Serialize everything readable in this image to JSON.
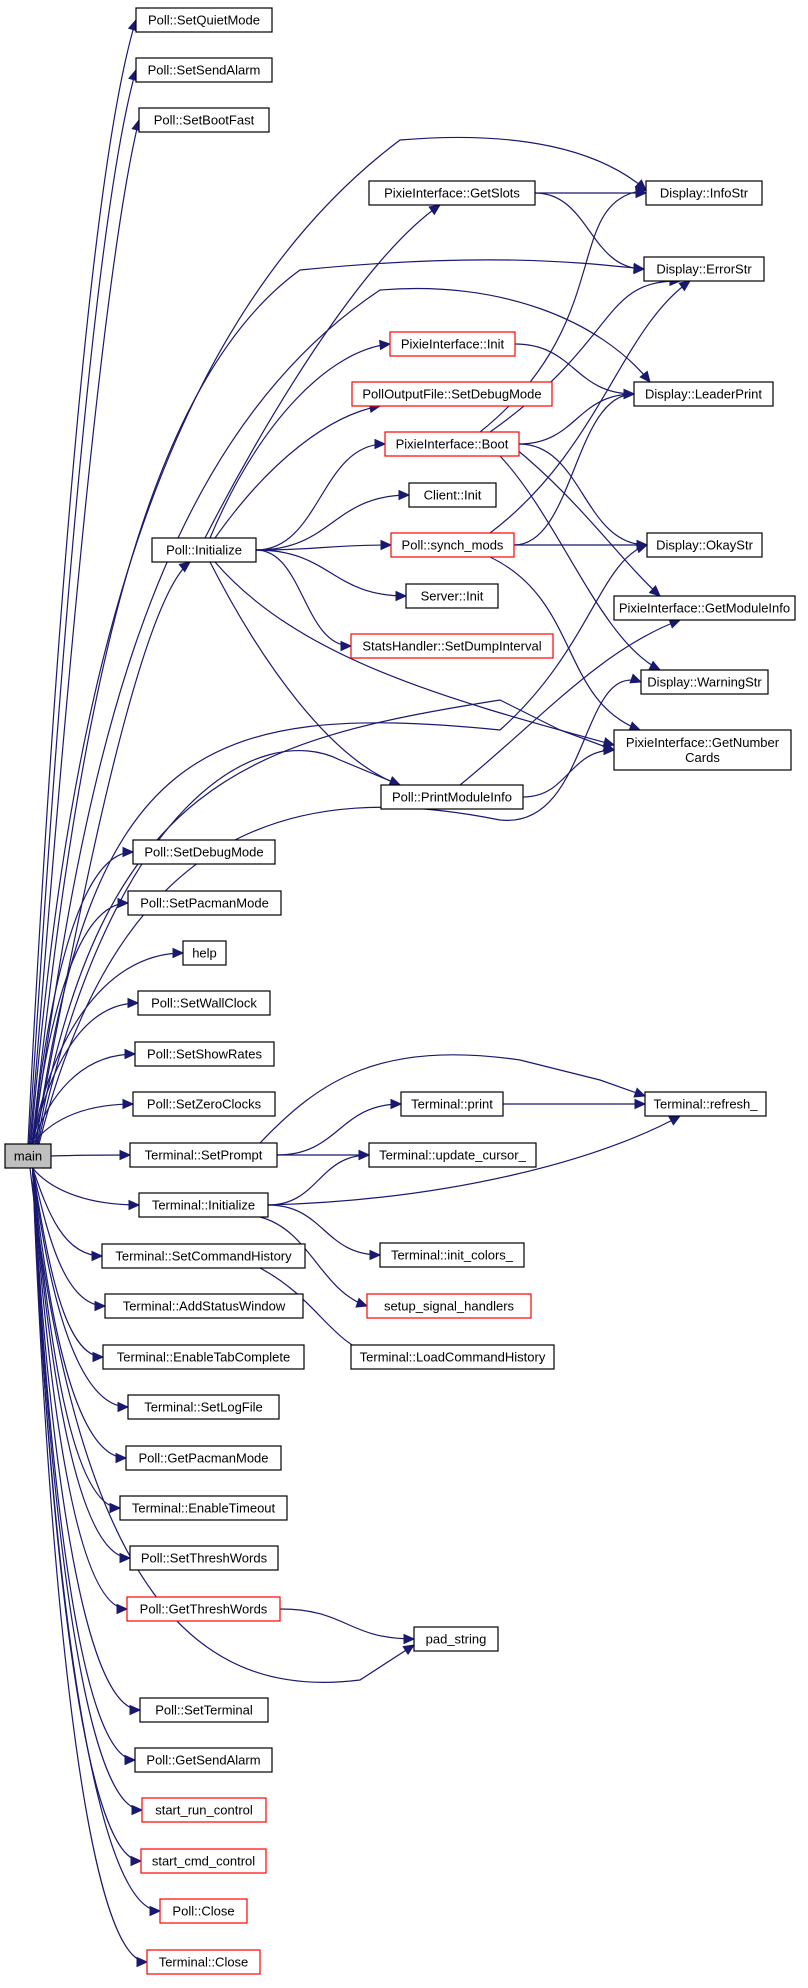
{
  "colors": {
    "edge": "#191970",
    "node_border": "#000000",
    "unresolved_border": "#ff0000",
    "root_fill": "#bfbfbf"
  },
  "nodes": {
    "main": {
      "label": "main",
      "style": "root"
    },
    "poll_setquietmode": {
      "label": "Poll::SetQuietMode",
      "style": "normal"
    },
    "poll_setsendalarm": {
      "label": "Poll::SetSendAlarm",
      "style": "normal"
    },
    "poll_setbootfast": {
      "label": "Poll::SetBootFast",
      "style": "normal"
    },
    "poll_initialize": {
      "label": "Poll::Initialize",
      "style": "normal"
    },
    "poll_setdebugmode": {
      "label": "Poll::SetDebugMode",
      "style": "normal"
    },
    "poll_setpacmanmode": {
      "label": "Poll::SetPacmanMode",
      "style": "normal"
    },
    "help": {
      "label": "help",
      "style": "normal"
    },
    "poll_setwallclock": {
      "label": "Poll::SetWallClock",
      "style": "normal"
    },
    "poll_setshowrates": {
      "label": "Poll::SetShowRates",
      "style": "normal"
    },
    "poll_setzeroclocks": {
      "label": "Poll::SetZeroClocks",
      "style": "normal"
    },
    "terminal_setprompt": {
      "label": "Terminal::SetPrompt",
      "style": "normal"
    },
    "terminal_initialize": {
      "label": "Terminal::Initialize",
      "style": "normal"
    },
    "terminal_setcommandhistory": {
      "label": "Terminal::SetCommandHistory",
      "style": "normal"
    },
    "terminal_addstatuswindow": {
      "label": "Terminal::AddStatusWindow",
      "style": "normal"
    },
    "terminal_enabletabcomplete": {
      "label": "Terminal::EnableTabComplete",
      "style": "normal"
    },
    "terminal_setlogfile": {
      "label": "Terminal::SetLogFile",
      "style": "normal"
    },
    "poll_getpacmanmode": {
      "label": "Poll::GetPacmanMode",
      "style": "normal"
    },
    "terminal_enabletimeout": {
      "label": "Terminal::EnableTimeout",
      "style": "normal"
    },
    "poll_setthreshwords": {
      "label": "Poll::SetThreshWords",
      "style": "normal"
    },
    "poll_getthreshwords": {
      "label": "Poll::GetThreshWords",
      "style": "red"
    },
    "poll_setterminal": {
      "label": "Poll::SetTerminal",
      "style": "normal"
    },
    "poll_getsendalarm": {
      "label": "Poll::GetSendAlarm",
      "style": "normal"
    },
    "start_run_control": {
      "label": "start_run_control",
      "style": "red"
    },
    "start_cmd_control": {
      "label": "start_cmd_control",
      "style": "red"
    },
    "poll_close": {
      "label": "Poll::Close",
      "style": "red"
    },
    "terminal_close": {
      "label": "Terminal::Close",
      "style": "red"
    },
    "pixie_getslots": {
      "label": "PixieInterface::GetSlots",
      "style": "normal"
    },
    "pixie_init": {
      "label": "PixieInterface::Init",
      "style": "red"
    },
    "polloutputfile_setdebugmode": {
      "label": "PollOutputFile::SetDebugMode",
      "style": "red"
    },
    "pixie_boot": {
      "label": "PixieInterface::Boot",
      "style": "red"
    },
    "client_init": {
      "label": "Client::Init",
      "style": "normal"
    },
    "poll_synch_mods": {
      "label": "Poll::synch_mods",
      "style": "red"
    },
    "server_init": {
      "label": "Server::Init",
      "style": "normal"
    },
    "statshandler_setdumpinterval": {
      "label": "StatsHandler::SetDumpInterval",
      "style": "red"
    },
    "poll_printmoduleinfo": {
      "label": "Poll::PrintModuleInfo",
      "style": "normal"
    },
    "display_infostr": {
      "label": "Display::InfoStr",
      "style": "normal"
    },
    "display_errorstr": {
      "label": "Display::ErrorStr",
      "style": "normal"
    },
    "display_leaderprint": {
      "label": "Display::LeaderPrint",
      "style": "normal"
    },
    "display_okaystr": {
      "label": "Display::OkayStr",
      "style": "normal"
    },
    "pixie_getmoduleinfo": {
      "label": "PixieInterface::GetModuleInfo",
      "style": "normal"
    },
    "display_warningstr": {
      "label": "Display::WarningStr",
      "style": "normal"
    },
    "pixie_getnumbercards": {
      "label": "PixieInterface::GetNumber\nCards",
      "style": "normal"
    },
    "terminal_print": {
      "label": "Terminal::print",
      "style": "normal"
    },
    "terminal_refresh": {
      "label": "Terminal::refresh_",
      "style": "normal"
    },
    "terminal_update_cursor": {
      "label": "Terminal::update_cursor_",
      "style": "normal"
    },
    "terminal_init_colors": {
      "label": "Terminal::init_colors_",
      "style": "normal"
    },
    "setup_signal_handlers": {
      "label": "setup_signal_handlers",
      "style": "red"
    },
    "terminal_loadcommandhistory": {
      "label": "Terminal::LoadCommandHistory",
      "style": "normal"
    },
    "pad_string": {
      "label": "pad_string",
      "style": "normal"
    }
  },
  "edges": [
    [
      "main",
      "poll_setquietmode"
    ],
    [
      "main",
      "poll_setsendalarm"
    ],
    [
      "main",
      "poll_setbootfast"
    ],
    [
      "main",
      "display_infostr"
    ],
    [
      "main",
      "display_errorstr"
    ],
    [
      "main",
      "display_leaderprint"
    ],
    [
      "main",
      "poll_initialize"
    ],
    [
      "main",
      "display_okaystr"
    ],
    [
      "main",
      "pixie_getnumbercards"
    ],
    [
      "main",
      "poll_printmoduleinfo"
    ],
    [
      "main",
      "display_warningstr"
    ],
    [
      "main",
      "poll_setdebugmode"
    ],
    [
      "main",
      "poll_setpacmanmode"
    ],
    [
      "main",
      "help"
    ],
    [
      "main",
      "poll_setwallclock"
    ],
    [
      "main",
      "poll_setshowrates"
    ],
    [
      "main",
      "poll_setzeroclocks"
    ],
    [
      "main",
      "terminal_setprompt"
    ],
    [
      "main",
      "terminal_initialize"
    ],
    [
      "main",
      "terminal_setcommandhistory"
    ],
    [
      "main",
      "terminal_addstatuswindow"
    ],
    [
      "main",
      "terminal_enabletabcomplete"
    ],
    [
      "main",
      "terminal_setlogfile"
    ],
    [
      "main",
      "poll_getpacmanmode"
    ],
    [
      "main",
      "terminal_enabletimeout"
    ],
    [
      "main",
      "poll_setthreshwords"
    ],
    [
      "main",
      "poll_getthreshwords"
    ],
    [
      "main",
      "pad_string"
    ],
    [
      "main",
      "poll_setterminal"
    ],
    [
      "main",
      "poll_getsendalarm"
    ],
    [
      "main",
      "start_run_control"
    ],
    [
      "main",
      "start_cmd_control"
    ],
    [
      "main",
      "poll_close"
    ],
    [
      "main",
      "terminal_close"
    ],
    [
      "poll_initialize",
      "pixie_getslots"
    ],
    [
      "poll_initialize",
      "pixie_init"
    ],
    [
      "poll_initialize",
      "polloutputfile_setdebugmode"
    ],
    [
      "poll_initialize",
      "pixie_boot"
    ],
    [
      "poll_initialize",
      "client_init"
    ],
    [
      "poll_initialize",
      "poll_synch_mods"
    ],
    [
      "poll_initialize",
      "server_init"
    ],
    [
      "poll_initialize",
      "statshandler_setdumpinterval"
    ],
    [
      "poll_initialize",
      "poll_printmoduleinfo"
    ],
    [
      "poll_initialize",
      "pixie_getnumbercards"
    ],
    [
      "pixie_getslots",
      "display_infostr"
    ],
    [
      "pixie_getslots",
      "display_errorstr"
    ],
    [
      "pixie_init",
      "display_leaderprint"
    ],
    [
      "pixie_boot",
      "display_infostr"
    ],
    [
      "pixie_boot",
      "display_errorstr"
    ],
    [
      "pixie_boot",
      "display_leaderprint"
    ],
    [
      "pixie_boot",
      "display_okaystr"
    ],
    [
      "pixie_boot",
      "pixie_getmoduleinfo"
    ],
    [
      "pixie_boot",
      "display_warningstr"
    ],
    [
      "poll_synch_mods",
      "display_errorstr"
    ],
    [
      "poll_synch_mods",
      "display_leaderprint"
    ],
    [
      "poll_synch_mods",
      "display_okaystr"
    ],
    [
      "poll_synch_mods",
      "pixie_getnumbercards"
    ],
    [
      "poll_printmoduleinfo",
      "pixie_getmoduleinfo"
    ],
    [
      "poll_printmoduleinfo",
      "pixie_getnumbercards"
    ],
    [
      "terminal_setprompt",
      "terminal_print"
    ],
    [
      "terminal_setprompt",
      "terminal_refresh"
    ],
    [
      "terminal_setprompt",
      "terminal_update_cursor"
    ],
    [
      "terminal_print",
      "terminal_refresh"
    ],
    [
      "terminal_initialize",
      "terminal_update_cursor"
    ],
    [
      "terminal_initialize",
      "terminal_refresh"
    ],
    [
      "terminal_initialize",
      "terminal_init_colors"
    ],
    [
      "terminal_initialize",
      "setup_signal_handlers"
    ],
    [
      "terminal_setcommandhistory",
      "terminal_loadcommandhistory"
    ],
    [
      "poll_getthreshwords",
      "pad_string"
    ]
  ]
}
